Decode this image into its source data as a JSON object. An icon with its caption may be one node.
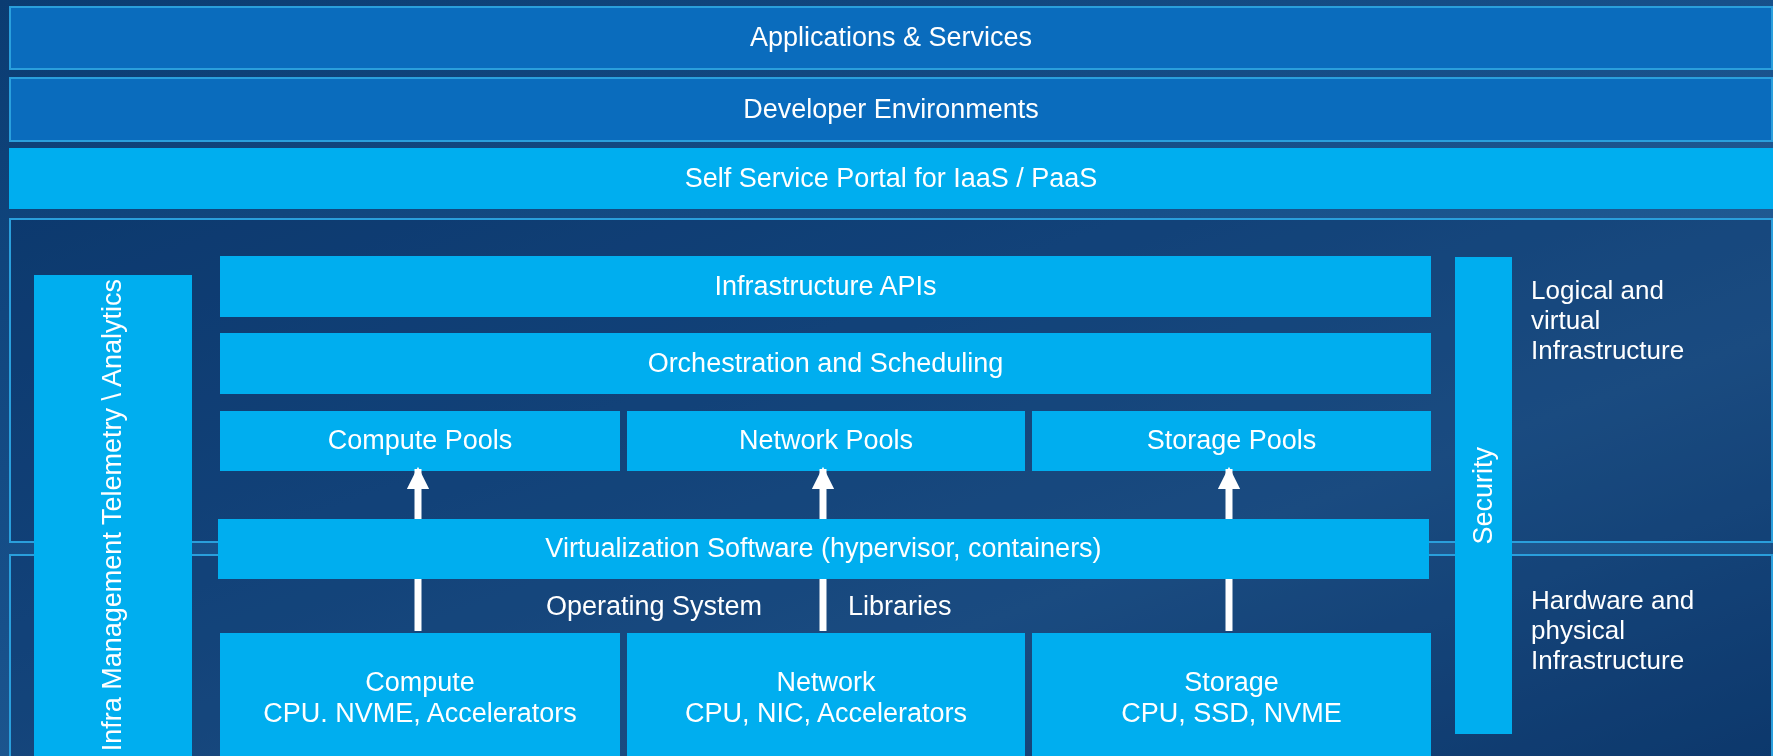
{
  "diagram": {
    "nodes": [
      {
        "text": [
          "Applications & Services"
        ]
      },
      {
        "text": [
          "Developer Environments"
        ]
      },
      {
        "text": [
          "Self Service Portal for IaaS / PaaS"
        ]
      },
      {
        "text": [
          "Logical and virtual Infrastructure"
        ]
      },
      {
        "text": [
          "Infra Management Telemetry \\ Analytics"
        ]
      },
      {
        "text": [
          "Infrastructure APIs"
        ],
        "in": 3
      },
      {
        "text": [
          "Orchestration and Scheduling"
        ],
        "in": 3
      },
      {
        "text": [
          "Compute Pools"
        ],
        "in": 3
      },
      {
        "text": [
          "Network Pools"
        ],
        "in": 3
      },
      {
        "text": [
          "Storage Pools"
        ],
        "in": 3
      },
      {
        "text": [
          "Security"
        ]
      },
      {
        "text": [
          "Virtualization Software (hypervisor, containers)"
        ]
      },
      {
        "text": [
          "Hardware and physical Infrastructure"
        ]
      },
      {
        "text": [
          "Compute",
          "CPU. NVME, Accelerators"
        ],
        "in": 12
      },
      {
        "text": [
          "Network",
          "CPU, NIC, Accelerators"
        ],
        "in": 12
      },
      {
        "text": [
          "Storage",
          "CPU, SSD, NVME"
        ],
        "in": 12
      }
    ],
    "edges": [
      {
        "from": 13,
        "to": 11,
        "arrow": "none"
      },
      {
        "from": 11,
        "to": 7,
        "arrow": "to"
      },
      {
        "from": 14,
        "to": 11,
        "arrow": "none"
      },
      {
        "from": 11,
        "to": 8,
        "arrow": "to"
      },
      {
        "from": 15,
        "to": 11,
        "arrow": "none"
      },
      {
        "from": 11,
        "to": 9,
        "arrow": "to"
      }
    ],
    "labels": [
      "Operating System",
      "Libraries"
    ]
  }
}
